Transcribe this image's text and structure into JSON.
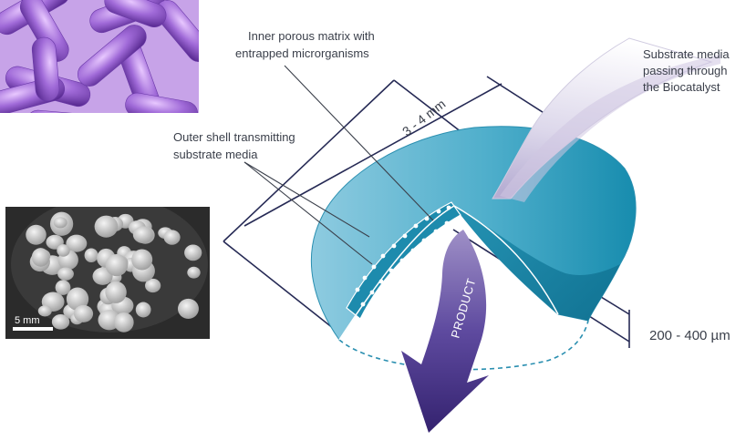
{
  "labels": {
    "inner_matrix_line1": "Inner porous matrix with",
    "inner_matrix_line2": "entrapped microrganisms",
    "outer_shell_line1": "Outer shell transmitting",
    "outer_shell_line2": "substrate media",
    "substrate_line1": "Substrate media",
    "substrate_line2": "passing through",
    "substrate_line3": "the Biocatalyst",
    "diameter": "3 - 4 mm",
    "thickness": "200 - 400 µm",
    "product": "PRODUCT",
    "scale_bar": "5 mm"
  },
  "colors": {
    "shell_light": "#7fc3d8",
    "shell_dark": "#1e93b3",
    "arrow_light": "#e7e3f0",
    "arrow_dark": "#3a2a78",
    "line": "#262a55",
    "bacteria_bg": "#c7a3e8",
    "bacteria_rod": "#8a55c8",
    "photo_bg": "#2b2b2b",
    "bead": "#d8d8d8"
  }
}
